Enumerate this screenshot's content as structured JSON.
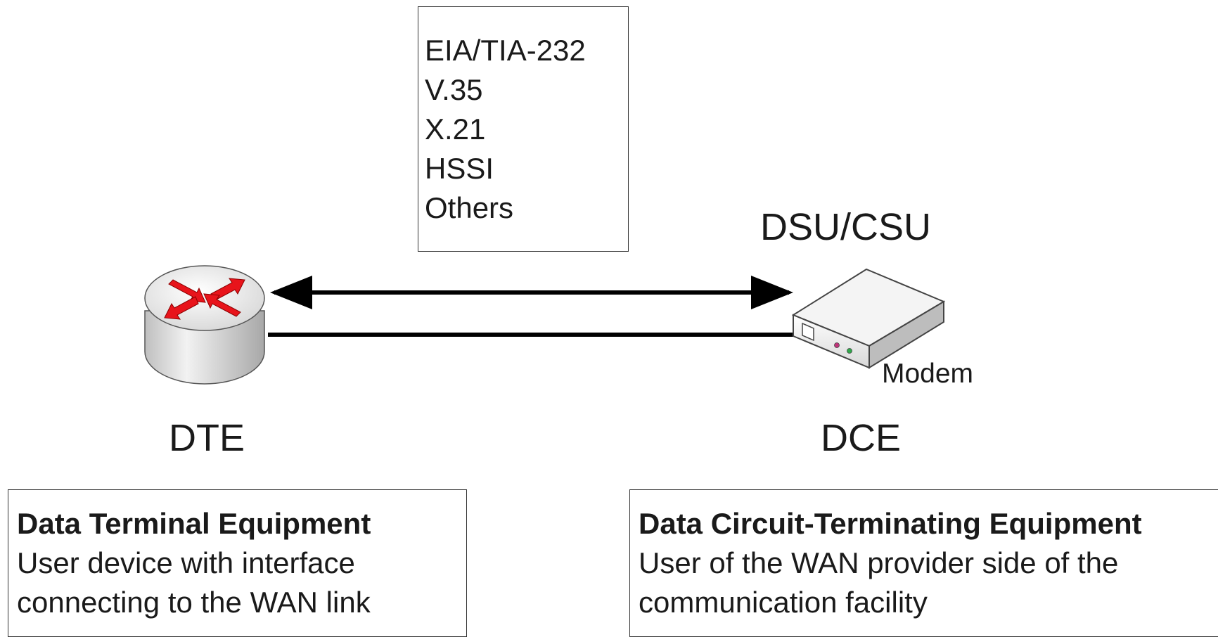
{
  "standards": [
    "EIA/TIA-232",
    "V.35",
    "X.21",
    "HSSI",
    "Others"
  ],
  "labels": {
    "dsu_csu": "DSU/CSU",
    "modem": "Modem",
    "dte": "DTE",
    "dce": "DCE"
  },
  "dte_box": {
    "title": "Data Terminal Equipment",
    "lines": [
      "User device with interface",
      "connecting to the WAN link"
    ]
  },
  "dce_box": {
    "title": "Data Circuit-Terminating Equipment",
    "lines": [
      "User of the WAN provider side of the",
      "communication facility"
    ]
  },
  "colors": {
    "router_arrows": "#e8141b",
    "router_body": "#d9d9d9",
    "lines": "#000000"
  },
  "icons": [
    "router-icon",
    "modem-icon",
    "double-arrow",
    "connection-line"
  ]
}
